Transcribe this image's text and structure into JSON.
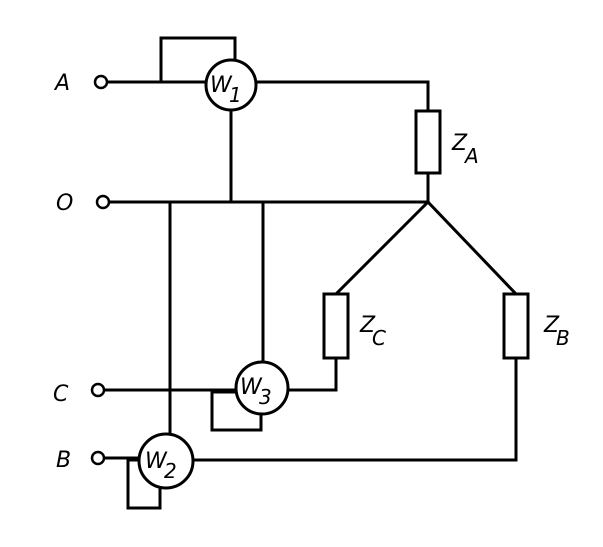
{
  "terminals": {
    "A": "A",
    "O": "O",
    "C": "C",
    "B": "B"
  },
  "wattmeters": {
    "w1": {
      "main": "W",
      "sub": "1"
    },
    "w2": {
      "main": "W",
      "sub": "2"
    },
    "w3": {
      "main": "W",
      "sub": "3"
    }
  },
  "impedances": {
    "za": {
      "main": "Z",
      "sub": "A"
    },
    "zb": {
      "main": "Z",
      "sub": "B"
    },
    "zc": {
      "main": "Z",
      "sub": "C"
    }
  }
}
